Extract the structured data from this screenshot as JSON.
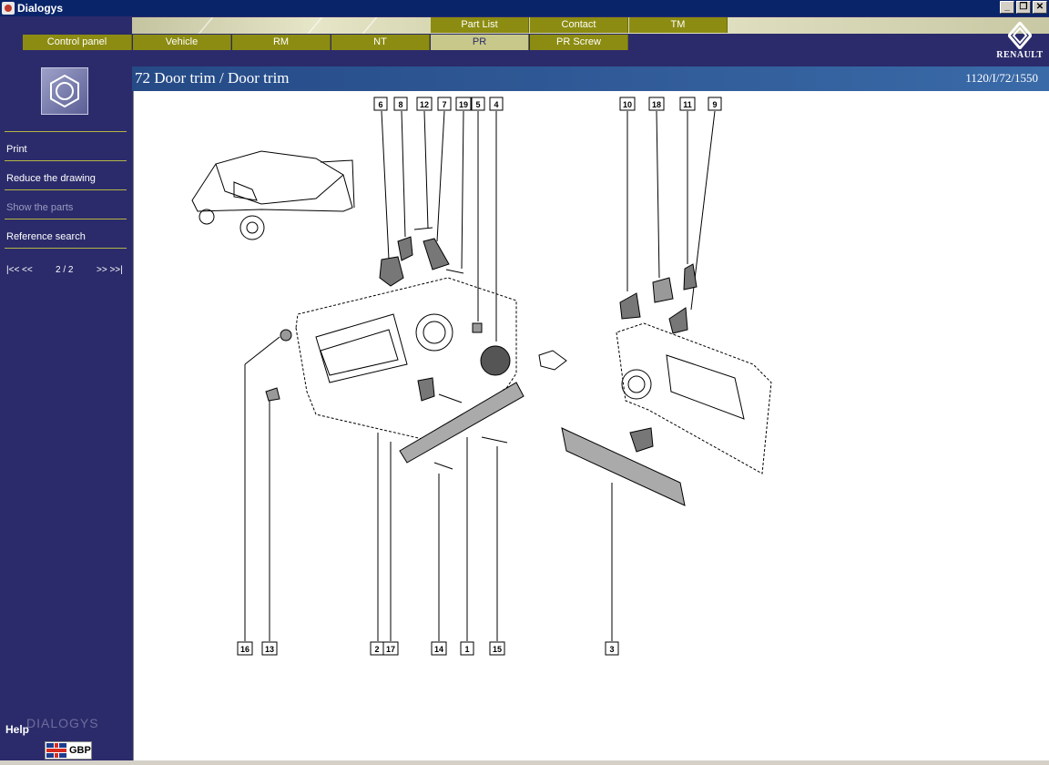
{
  "window": {
    "title": "Dialogys",
    "controls": [
      "_",
      "❐",
      "✕"
    ]
  },
  "tabs_top": [
    {
      "label": "Part List",
      "active": false
    },
    {
      "label": "Contact",
      "active": false
    },
    {
      "label": "TM",
      "active": false
    }
  ],
  "tabs_main": [
    {
      "label": "Control panel",
      "active": false
    },
    {
      "label": "Vehicle",
      "active": false
    },
    {
      "label": "RM",
      "active": false
    },
    {
      "label": "NT",
      "active": false
    },
    {
      "label": "PR",
      "active": true
    },
    {
      "label": "PR Screw",
      "active": false
    }
  ],
  "brand": {
    "name": "RENAULT"
  },
  "sidebar": {
    "part_icon": "hex-nut-icon",
    "menu": [
      {
        "label": "Print",
        "enabled": true
      },
      {
        "label": "Reduce the drawing",
        "enabled": true
      },
      {
        "label": "Show the parts",
        "enabled": false
      },
      {
        "label": "Reference search",
        "enabled": true
      }
    ],
    "pager": {
      "first": "|<< <<",
      "page": "2 / 2",
      "last": ">> >>|"
    },
    "help": "Help",
    "logo": "DIALOGYS",
    "language": "GBP"
  },
  "content": {
    "title": "72 Door trim / Door trim",
    "reference": "1120/I/72/1550"
  },
  "callouts_top": [
    "6",
    "8",
    "12",
    "7",
    "19",
    "5",
    "4",
    "10",
    "18",
    "11",
    "9"
  ],
  "callouts_bottom": [
    "16",
    "13",
    "2",
    "17",
    "14",
    "1",
    "15",
    "3"
  ],
  "colors": {
    "navy": "#2b2b6b",
    "olive_tab": "#8c8c12",
    "active_tab": "#c8c88a",
    "header_blue": "#254a86",
    "separator": "#b5b545"
  }
}
